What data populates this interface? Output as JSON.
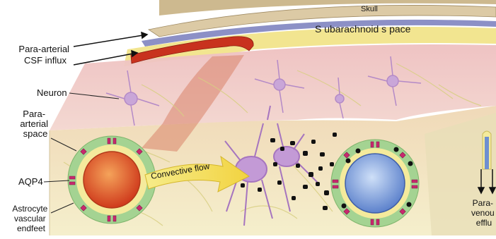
{
  "labels": {
    "skull": "Skull",
    "subarachnoid_space": "S ubarachnoid s pace",
    "para_arterial_csf_influx": [
      "Para-arterial",
      "CSF influx"
    ],
    "neuron": "Neuron",
    "para_arterial_space": [
      "Para-",
      "arterial",
      "space"
    ],
    "aqp4": "AQP4",
    "astrocyte_vascular_endfeet": [
      "Astrocyte",
      "vascular",
      "endfeet"
    ],
    "convective_flow": "Convective flow",
    "para_venous_efflux": [
      "Para-",
      "venou",
      "efflu"
    ]
  },
  "colors": {
    "skull": "#d9c8a4",
    "subarachnoid": "#f2e48a",
    "meninges": "#8a8fc4",
    "artery": "#c8321e",
    "vein": "#6e8fd0",
    "astrocyte_endfeet": "#9fcf8e",
    "aqp4_marker": "#c8286e",
    "neuron": "#c9a6d8",
    "tissue_top": "#f1c8c4",
    "tissue_front": "#f3ecc0",
    "solute_dots": "#111111"
  }
}
